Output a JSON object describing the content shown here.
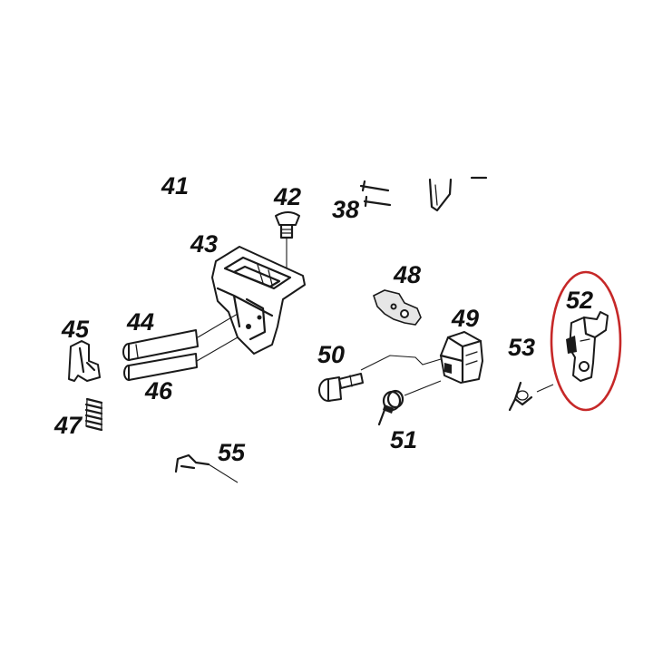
{
  "labels": {
    "p41": "41",
    "p38": "38",
    "p42": "42",
    "p43": "43",
    "p44": "44",
    "p45": "45",
    "p46": "46",
    "p47": "47",
    "p48": "48",
    "p49": "49",
    "p50": "50",
    "p51": "51",
    "p52": "52",
    "p53": "53",
    "p55": "55"
  },
  "highlight": {
    "target_part": "52",
    "color": "#c62828"
  },
  "colors": {
    "ink": "#1a1a1a",
    "background": "#ffffff"
  }
}
